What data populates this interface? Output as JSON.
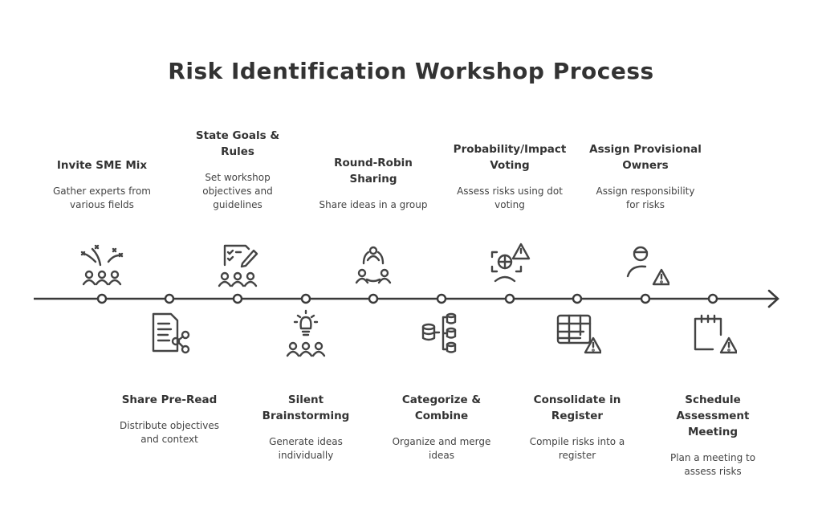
{
  "title": "Risk Identification Workshop Process",
  "steps": [
    {
      "title": "Invite SME Mix",
      "description": "Gather experts from various fields",
      "icon": "people-ideas-icon"
    },
    {
      "title": "Share Pre-Read",
      "description": "Distribute objectives and context",
      "icon": "document-share-icon"
    },
    {
      "title": "State Goals & Rules",
      "description": "Set workshop objectives and guidelines",
      "icon": "checklist-group-icon"
    },
    {
      "title": "Silent Brainstorming",
      "description": "Generate ideas individually",
      "icon": "lightbulb-group-icon"
    },
    {
      "title": "Round-Robin Sharing",
      "description": "Share ideas in a group",
      "icon": "group-circle-icon"
    },
    {
      "title": "Categorize & Combine",
      "description": "Organize and merge ideas",
      "icon": "database-tree-icon"
    },
    {
      "title": "Probability/Impact Voting",
      "description": "Assess risks using dot voting",
      "icon": "risk-voting-icon"
    },
    {
      "title": "Consolidate in Register",
      "description": "Compile risks into a register",
      "icon": "table-warning-icon"
    },
    {
      "title": "Assign Provisional Owners",
      "description": "Assign responsibility for risks",
      "icon": "user-warning-icon"
    },
    {
      "title": "Schedule Assessment Meeting",
      "description": "Plan a meeting to assess risks",
      "icon": "calendar-warning-icon"
    }
  ],
  "colors": {
    "line": "#3a3a3a",
    "text": "#333333"
  }
}
